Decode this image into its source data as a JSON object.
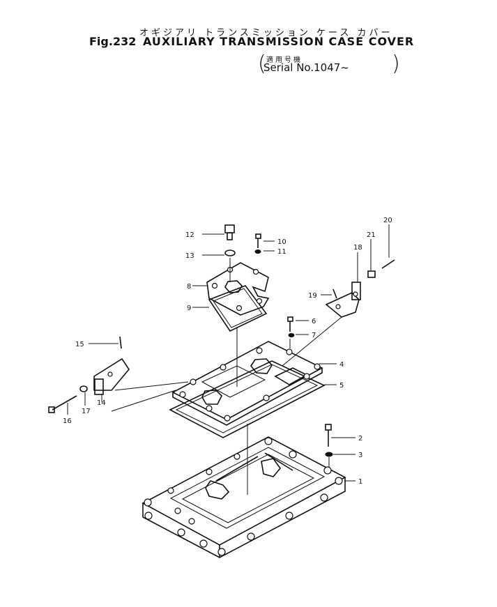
{
  "header": {
    "jp_title": "オギジアリ トランスミッション ケース カバー",
    "fig_no": "Fig.232",
    "en_title": "AUXILIARY TRANSMISSION CASE COVER",
    "serial_jp": "適用号機",
    "serial": "Serial No.1047~"
  },
  "callouts": [
    "1",
    "2",
    "3",
    "4",
    "5",
    "6",
    "7",
    "8",
    "9",
    "10",
    "11",
    "12",
    "13",
    "14",
    "15",
    "16",
    "17",
    "18",
    "19",
    "20",
    "21"
  ]
}
